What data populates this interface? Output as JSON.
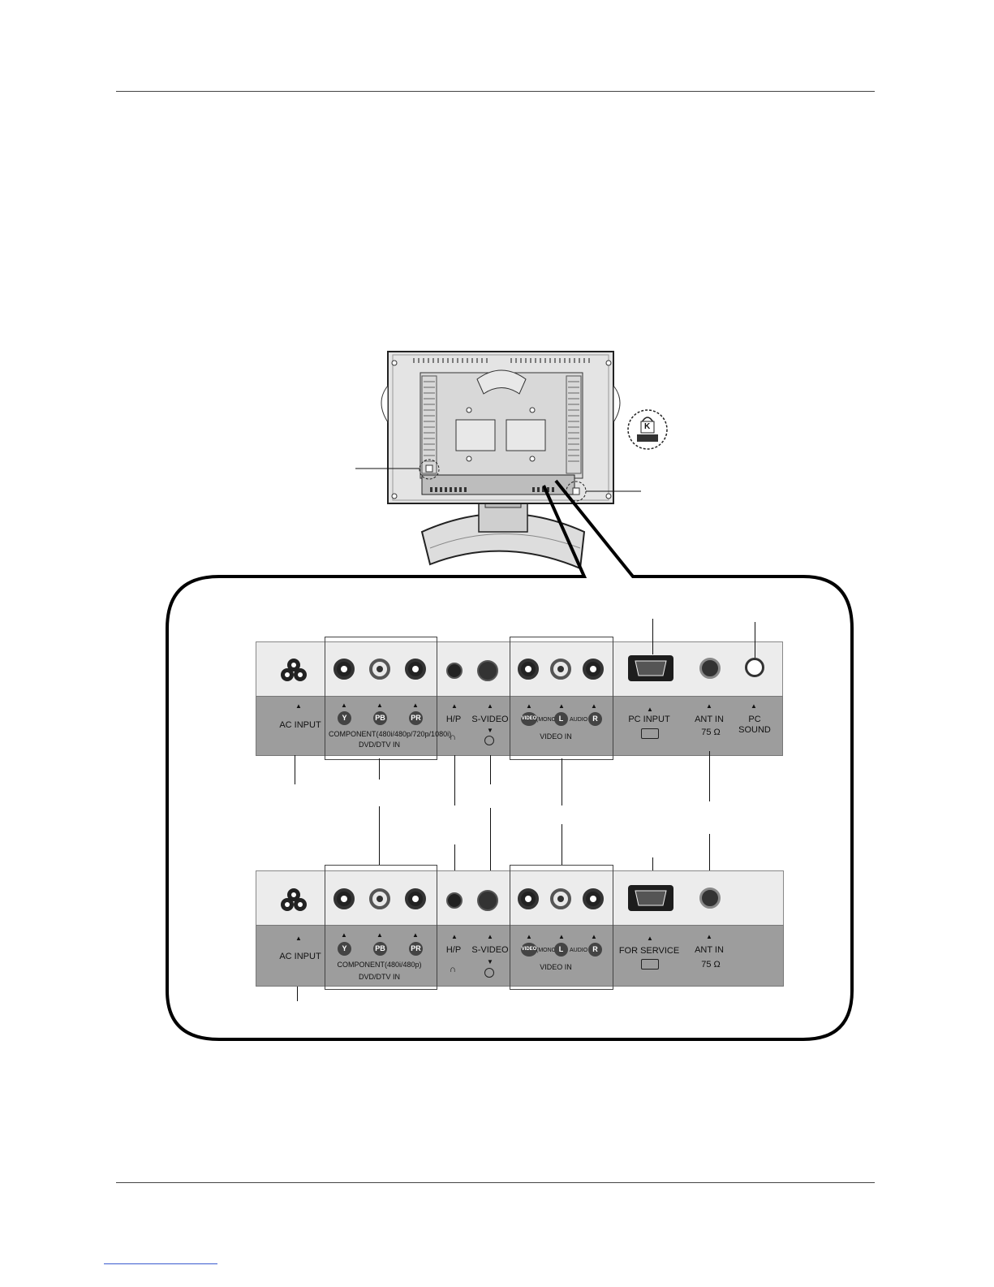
{
  "panel_top": {
    "labels": {
      "ac_input": "AC INPUT",
      "component": "COMPONENT(480i/480p/720p/1080i)",
      "dvd_dtv": "DVD/DTV IN",
      "y": "Y",
      "pb": "PB",
      "pr": "PR",
      "hp": "H/P",
      "svideo": "S-VIDEO",
      "video": "VIDEO",
      "mono": "(MONO)",
      "l": "L",
      "audio": "AUDIO",
      "r": "R",
      "video_in": "VIDEO IN",
      "pc_input": "PC INPUT",
      "ant_in": "ANT IN",
      "ohm": "75 Ω",
      "pc_sound_1": "PC",
      "pc_sound_2": "SOUND"
    }
  },
  "panel_bottom": {
    "labels": {
      "ac_input": "AC INPUT",
      "component": "COMPONENT(480i/480p)",
      "dvd_dtv": "DVD/DTV IN",
      "y": "Y",
      "pb": "PB",
      "pr": "PR",
      "hp": "H/P",
      "svideo": "S-VIDEO",
      "video": "VIDEO",
      "mono": "(MONO)",
      "l": "L",
      "audio": "AUDIO",
      "r": "R",
      "video_in": "VIDEO IN",
      "for_service": "FOR SERVICE",
      "ant_in": "ANT IN",
      "ohm": "75 Ω"
    }
  },
  "lock_icon_letter": "K",
  "colors": {
    "panel_top": "#ececec",
    "panel_bottom": "#9d9d9d",
    "outline": "#111111"
  }
}
